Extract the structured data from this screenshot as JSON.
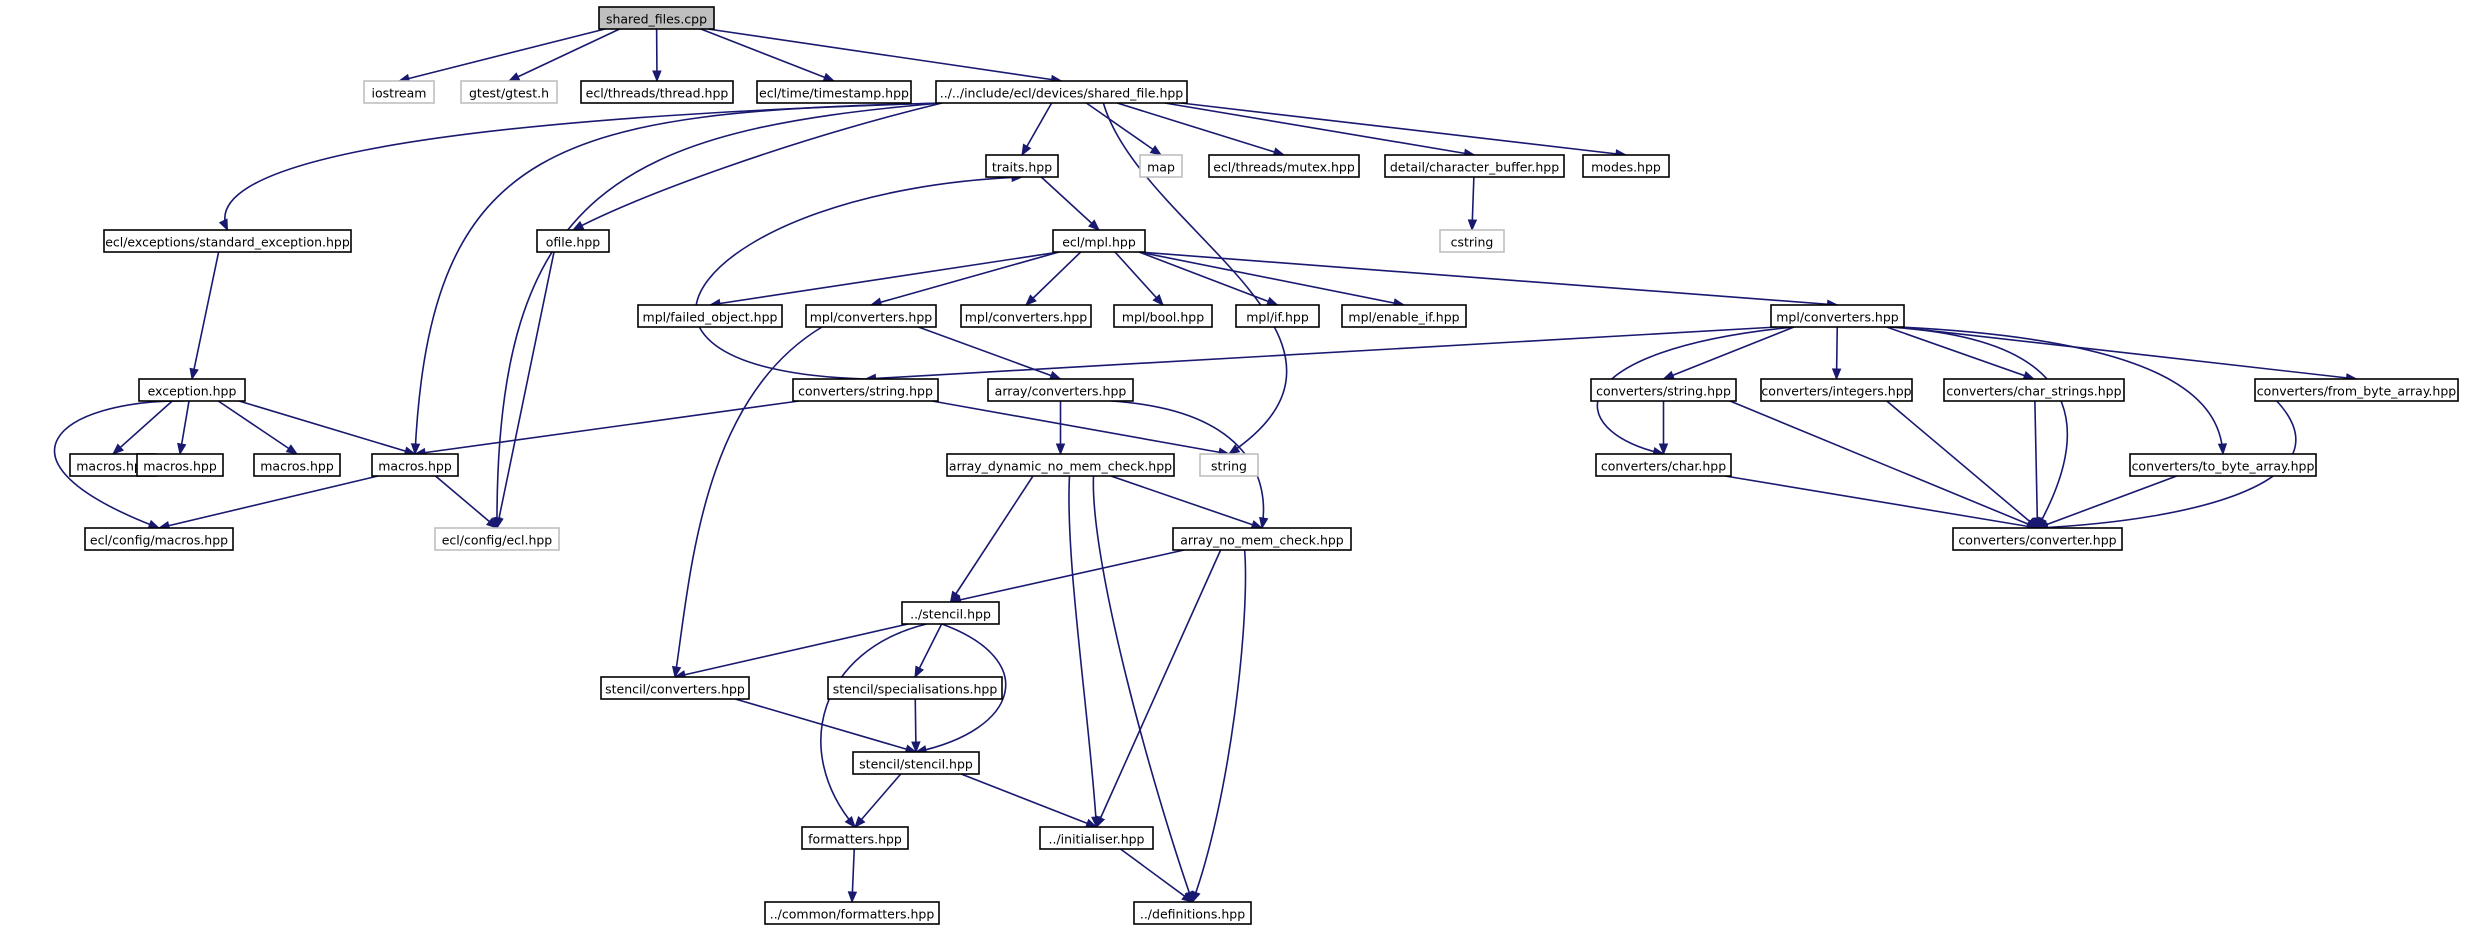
{
  "colors": {
    "edge": "#191970",
    "root_fill": "#bfbfbf",
    "missing_border": "#bfbfbf"
  },
  "nodes": {
    "root": "shared_files.cpp",
    "iostream": "iostream",
    "gtest": "gtest/gtest.h",
    "thread": "ecl/threads/thread.hpp",
    "timestamp": "ecl/time/timestamp.hpp",
    "shared_file": "../../include/ecl/devices/shared_file.hpp",
    "traits": "traits.hpp",
    "map": "map",
    "mutex": "ecl/threads/mutex.hpp",
    "char_buffer": "detail/character_buffer.hpp",
    "modes": "modes.hpp",
    "cstring": "cstring",
    "std_exception": "ecl/exceptions/standard_exception.hpp",
    "ofile": "ofile.hpp",
    "ecl_mpl": "ecl/mpl.hpp",
    "failed_object": "mpl/failed_object.hpp",
    "mpl_conv_a": "mpl/converters.hpp",
    "mpl_conv_b": "mpl/converters.hpp",
    "mpl_bool": "mpl/bool.hpp",
    "mpl_if": "mpl/if.hpp",
    "enable_if": "mpl/enable_if.hpp",
    "mpl_conv_c": "mpl/converters.hpp",
    "exception": "exception.hpp",
    "conv_string_a": "converters/string.hpp",
    "array_conv": "array/converters.hpp",
    "conv_string_b": "converters/string.hpp",
    "conv_integers": "converters/integers.hpp",
    "conv_char_strings": "converters/char_strings.hpp",
    "conv_from_byte": "converters/from_byte_array.hpp",
    "macros_a": "macros.hpp",
    "macros_b": "macros.hpp",
    "macros_c": "macros.hpp",
    "macros_d": "macros.hpp",
    "array_dyn": "array_dynamic_no_mem_check.hpp",
    "string": "string",
    "conv_char": "converters/char.hpp",
    "conv_to_byte": "converters/to_byte_array.hpp",
    "config_macros": "ecl/config/macros.hpp",
    "config_ecl": "ecl/config/ecl.hpp",
    "array_nomem": "array_no_mem_check.hpp",
    "conv_converter": "converters/converter.hpp",
    "stencil": "../stencil.hpp",
    "stencil_conv": "stencil/converters.hpp",
    "stencil_spec": "stencil/specialisations.hpp",
    "stencil_stencil": "stencil/stencil.hpp",
    "formatters": "formatters.hpp",
    "initialiser": "../initialiser.hpp",
    "common_formatters": "../common/formatters.hpp",
    "definitions": "../definitions.hpp"
  }
}
